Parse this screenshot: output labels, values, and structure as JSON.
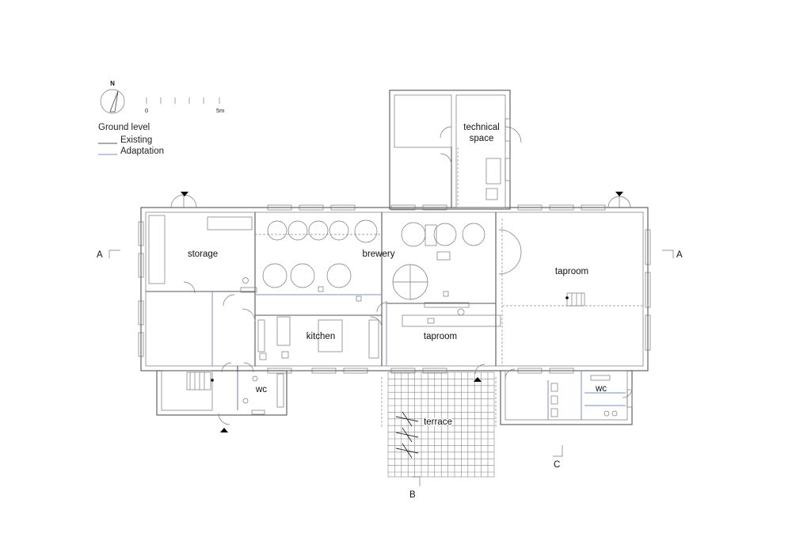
{
  "legend": {
    "north": "N",
    "scale_start": "0",
    "scale_end": "5m",
    "title": "Ground level",
    "existing": "Existing",
    "adaptation": "Adaptation"
  },
  "rooms": {
    "storage": "storage",
    "brewery": "brewery",
    "kitchen": "kitchen",
    "taproom_main": "taproom",
    "taproom_small": "taproom",
    "technical_line1": "technical",
    "technical_line2": "space",
    "wc_left": "wc",
    "wc_right": "wc",
    "terrace": "terrace"
  },
  "sections": {
    "a_left": "A",
    "a_right": "A",
    "b": "B",
    "c": "C"
  },
  "colors": {
    "existing": "#555555",
    "adaptation": "#7a8fc4"
  }
}
